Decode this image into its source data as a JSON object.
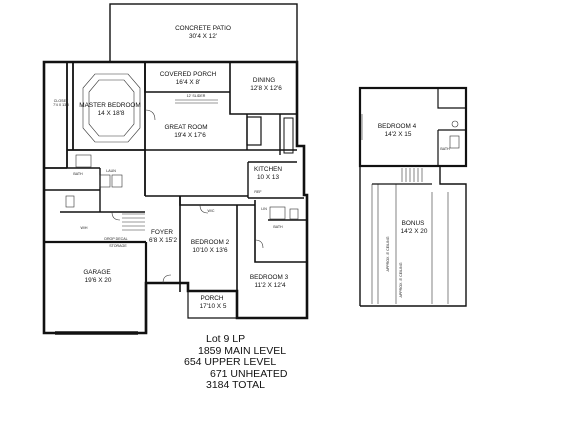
{
  "rooms": {
    "patio": {
      "name": "CONCRETE PATIO",
      "dims": "30'4 X 12'"
    },
    "porch_cov": {
      "name": "COVERED PORCH",
      "dims": "16'4 X 8'"
    },
    "dining": {
      "name": "DINING",
      "dims": "12'8 X 12'6"
    },
    "master": {
      "name": "MASTER BEDROOM",
      "dims": "14 X 18'8"
    },
    "closet": {
      "name": "CLOSET",
      "dims": "7'4 X 13'8"
    },
    "great": {
      "name": "GREAT ROOM",
      "dims": "19'4 X 17'6"
    },
    "kitchen": {
      "name": "KITCHEN",
      "dims": "10 X 13"
    },
    "foyer": {
      "name": "FOYER",
      "dims": "6'8 X 15'2"
    },
    "bed2": {
      "name": "BEDROOM 2",
      "dims": "10'10 X 13'6"
    },
    "bed3": {
      "name": "BEDROOM 3",
      "dims": "11'2 X 12'4"
    },
    "garage": {
      "name": "GARAGE",
      "dims": "19'6 X 20"
    },
    "porch": {
      "name": "PORCH",
      "dims": "17'10 X 5"
    },
    "bed4": {
      "name": "BEDROOM 4",
      "dims": "14'2 X 15"
    },
    "bonus": {
      "name": "BONUS",
      "dims": "14'2 X 20"
    }
  },
  "notes": {
    "slider": "12' SLIDER",
    "ceiling1": "APPROX. 8' CEILING",
    "ceiling2": "APPROX. 8' CEILING",
    "storage": "STORAGE",
    "wic": "W/C",
    "bath": "BATH",
    "laundry": "LAUN",
    "drop": "DROP DECAL",
    "ref": "REF",
    "wh": "W/H",
    "lin": "LIN"
  },
  "summary": {
    "lot": "Lot  9 LP",
    "main": "1859  MAIN LEVEL",
    "upper": "654 UPPER LEVEL",
    "unheated": "671  UNHEATED",
    "total": "3184  TOTAL"
  }
}
